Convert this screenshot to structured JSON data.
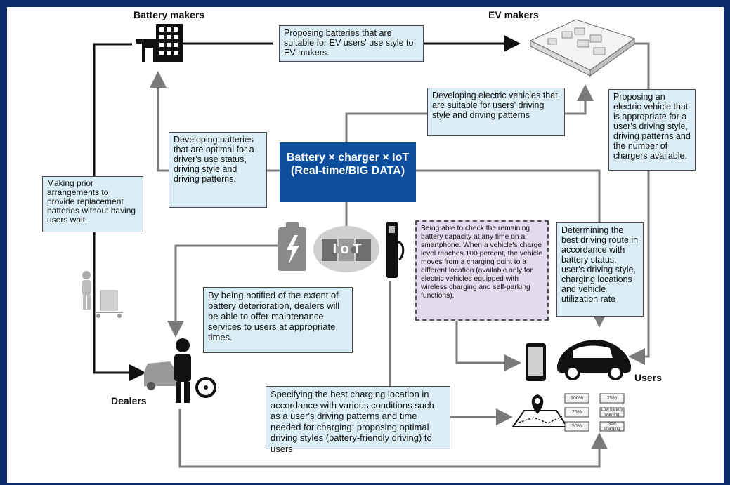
{
  "actors": {
    "battery_makers": "Battery makers",
    "ev_makers": "EV makers",
    "dealers": "Dealers",
    "users": "Users"
  },
  "center": {
    "line1": "Battery × charger × IoT",
    "line2": "(Real-time/BIG DATA)",
    "iot_label": "I  o  T"
  },
  "boxes": {
    "proposing_batteries": "Proposing batteries that are suitable for EV users' use style to EV makers.",
    "developing_ev": "Developing electric vehicles that are suitable for users' driving style and driving patterns",
    "proposing_ev": "Proposing an electric vehicle that is appropriate for a user's driving style, driving patterns and the number of chargers available.",
    "developing_batteries": "Developing batteries that are optimal for a driver's use status, driving style and driving patterns.",
    "prior_arrangements": "Making prior arrangements to provide replacement batteries without having users wait.",
    "check_capacity": "Being able to check the remaining battery capacity at any time on a smartphone. When a vehicle's charge level reaches 100 percent, the vehicle moves from a charging point to a different location (available only for electric vehicles equipped with wireless charging and self-parking functions).",
    "best_route": "Determining the best driving route in accordance with battery status, user's driving style, charging locations and vehicle utilization rate",
    "deterioration": "By being notified of the extent of battery deterioration, dealers will be able to offer maintenance services to users at appropriate times.",
    "best_charging": "Specifying the best charging location in accordance with various conditions such as a user's driving patterns and time needed for charging; proposing optimal driving styles (battery-friendly driving) to users"
  },
  "battery_indicators": [
    "100%",
    "25%",
    "75%",
    "Low battery warning",
    "50%",
    "Now charging"
  ],
  "colors": {
    "frame": "#0a2a6b",
    "box_fill": "#dbeef7",
    "central_fill": "#0b4f9c",
    "purple_box": "#e4dcee",
    "arrow": "#7a7a7a"
  },
  "icons": [
    "building-icon",
    "factory-icon",
    "battery-icon",
    "puzzle-icon",
    "charger-icon",
    "worker-icon",
    "dealer-icon",
    "smartphone-icon",
    "car-icon",
    "map-pin-icon"
  ]
}
